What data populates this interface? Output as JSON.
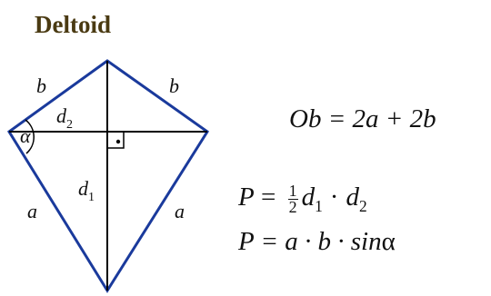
{
  "title": "Deltoid",
  "diagram": {
    "stroke_color": "#1a3a9c",
    "line_color": "#000000",
    "labels": {
      "side_b": "b",
      "side_a": "a",
      "diag1": "d",
      "diag1_sub": "1",
      "diag2": "d",
      "diag2_sub": "2",
      "angle": "α"
    }
  },
  "formulas": {
    "perimeter": {
      "lhs": "Ob",
      "rhs": "= 2a + 2b"
    },
    "area1": {
      "lhs": "P",
      "eq": " = ",
      "num": "1",
      "den": "2",
      "d1": "d",
      "d1_sub": "1",
      "dot": "·",
      "d2": "d",
      "d2_sub": "2"
    },
    "area2": {
      "lhs": "P",
      "rhs": "= a · b · sin",
      "angle": "α"
    }
  }
}
